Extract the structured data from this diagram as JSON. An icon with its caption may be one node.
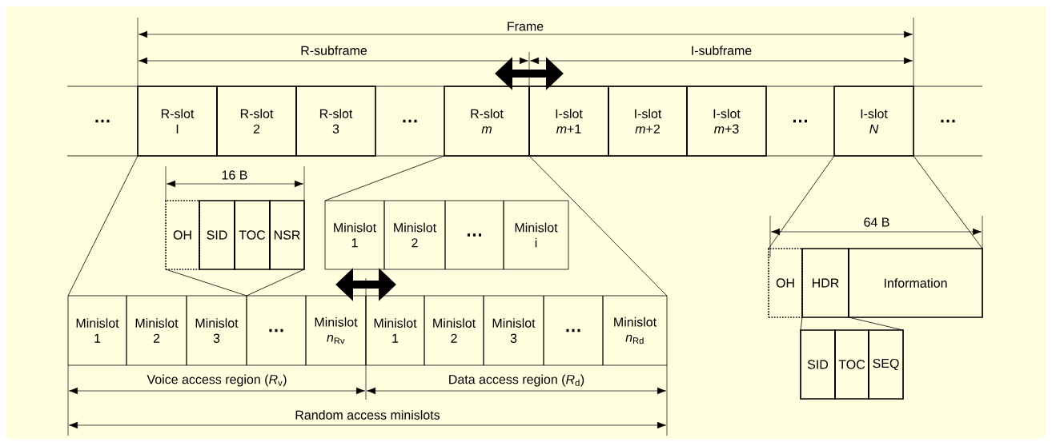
{
  "diagram": {
    "nodes": [
      {
        "text": [
          "…"
        ]
      },
      {
        "text": [
          "R-slot I"
        ]
      },
      {
        "text": [
          "R-slot 2"
        ]
      },
      {
        "text": [
          "R-slot 3"
        ]
      },
      {
        "text": [
          "…"
        ]
      },
      {
        "text": [
          "R-slot *m*"
        ]
      },
      {
        "text": [
          "I-slot *m*+1"
        ]
      },
      {
        "text": [
          "I-slot *m*+2"
        ]
      },
      {
        "text": [
          "I-slot *m*+3"
        ]
      },
      {
        "text": [
          "…"
        ]
      },
      {
        "text": [
          "I-slot *N*"
        ]
      },
      {
        "text": [
          "…"
        ]
      },
      {
        "text": [
          "OH"
        ]
      },
      {
        "text": [
          "SID"
        ]
      },
      {
        "text": [
          "TOC"
        ]
      },
      {
        "text": [
          "NSR"
        ]
      },
      {
        "text": [
          "Minislot 1"
        ]
      },
      {
        "text": [
          "Minislot 2"
        ]
      },
      {
        "text": [
          "…"
        ]
      },
      {
        "text": [
          "Minislot i"
        ]
      },
      {
        "text": [
          "Minislot 1"
        ]
      },
      {
        "text": [
          "Minislot 2"
        ]
      },
      {
        "text": [
          "Minislot 3"
        ]
      },
      {
        "text": [
          "…"
        ]
      },
      {
        "text": [
          "Minislot *n*$_{Rv}$"
        ]
      },
      {
        "text": [
          "Minislot 1"
        ]
      },
      {
        "text": [
          "Minislot 2"
        ]
      },
      {
        "text": [
          "Minislot 3"
        ]
      },
      {
        "text": [
          "…"
        ]
      },
      {
        "text": [
          "Minislot *n*$_{Rd}$"
        ]
      },
      {
        "text": [
          "OH"
        ]
      },
      {
        "text": [
          "HDR"
        ]
      },
      {
        "text": [
          "Information"
        ]
      },
      {
        "text": [
          "SID"
        ]
      },
      {
        "text": [
          "TOC"
        ]
      },
      {
        "text": [
          "SEQ"
        ]
      }
    ],
    "edges": [
      {
        "from": 1,
        "to": 20,
        "arrow": "none"
      },
      {
        "from": 5,
        "to": 16,
        "arrow": "none"
      },
      {
        "from": 5,
        "to": 29,
        "arrow": "none"
      },
      {
        "from": 12,
        "to": 22,
        "arrow": "none"
      },
      {
        "from": 15,
        "to": 22,
        "arrow": "none"
      },
      {
        "from": 10,
        "to": 30,
        "arrow": "none"
      },
      {
        "from": 10,
        "to": 32,
        "arrow": "none"
      },
      {
        "from": 31,
        "to": 33,
        "arrow": "none"
      },
      {
        "from": 31,
        "to": 35,
        "arrow": "none"
      },
      {
        "from": 5,
        "to": 6,
        "arrow": "both",
        "style": "thick"
      },
      {
        "from": 24,
        "to": 25,
        "arrow": "both",
        "style": "thick"
      }
    ],
    "labels": [
      "Frame",
      "R-subframe",
      "I-subframe",
      "16 B",
      "64 B",
      "Voice access region (*R*$_{v}$)",
      "Data access region (*R*$_{d}$)",
      "Random access minislots"
    ]
  }
}
